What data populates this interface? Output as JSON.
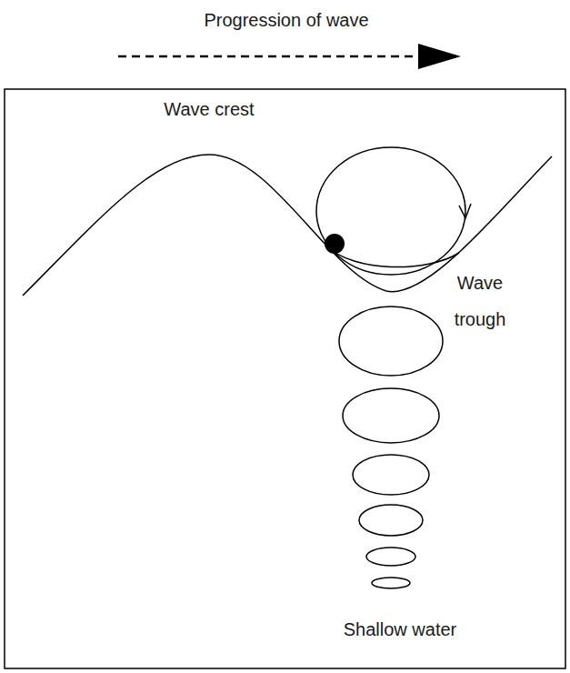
{
  "diagram": {
    "labels": [
      "Progression of wave",
      "Wave crest",
      "Wave trough",
      "Shallow water"
    ]
  }
}
